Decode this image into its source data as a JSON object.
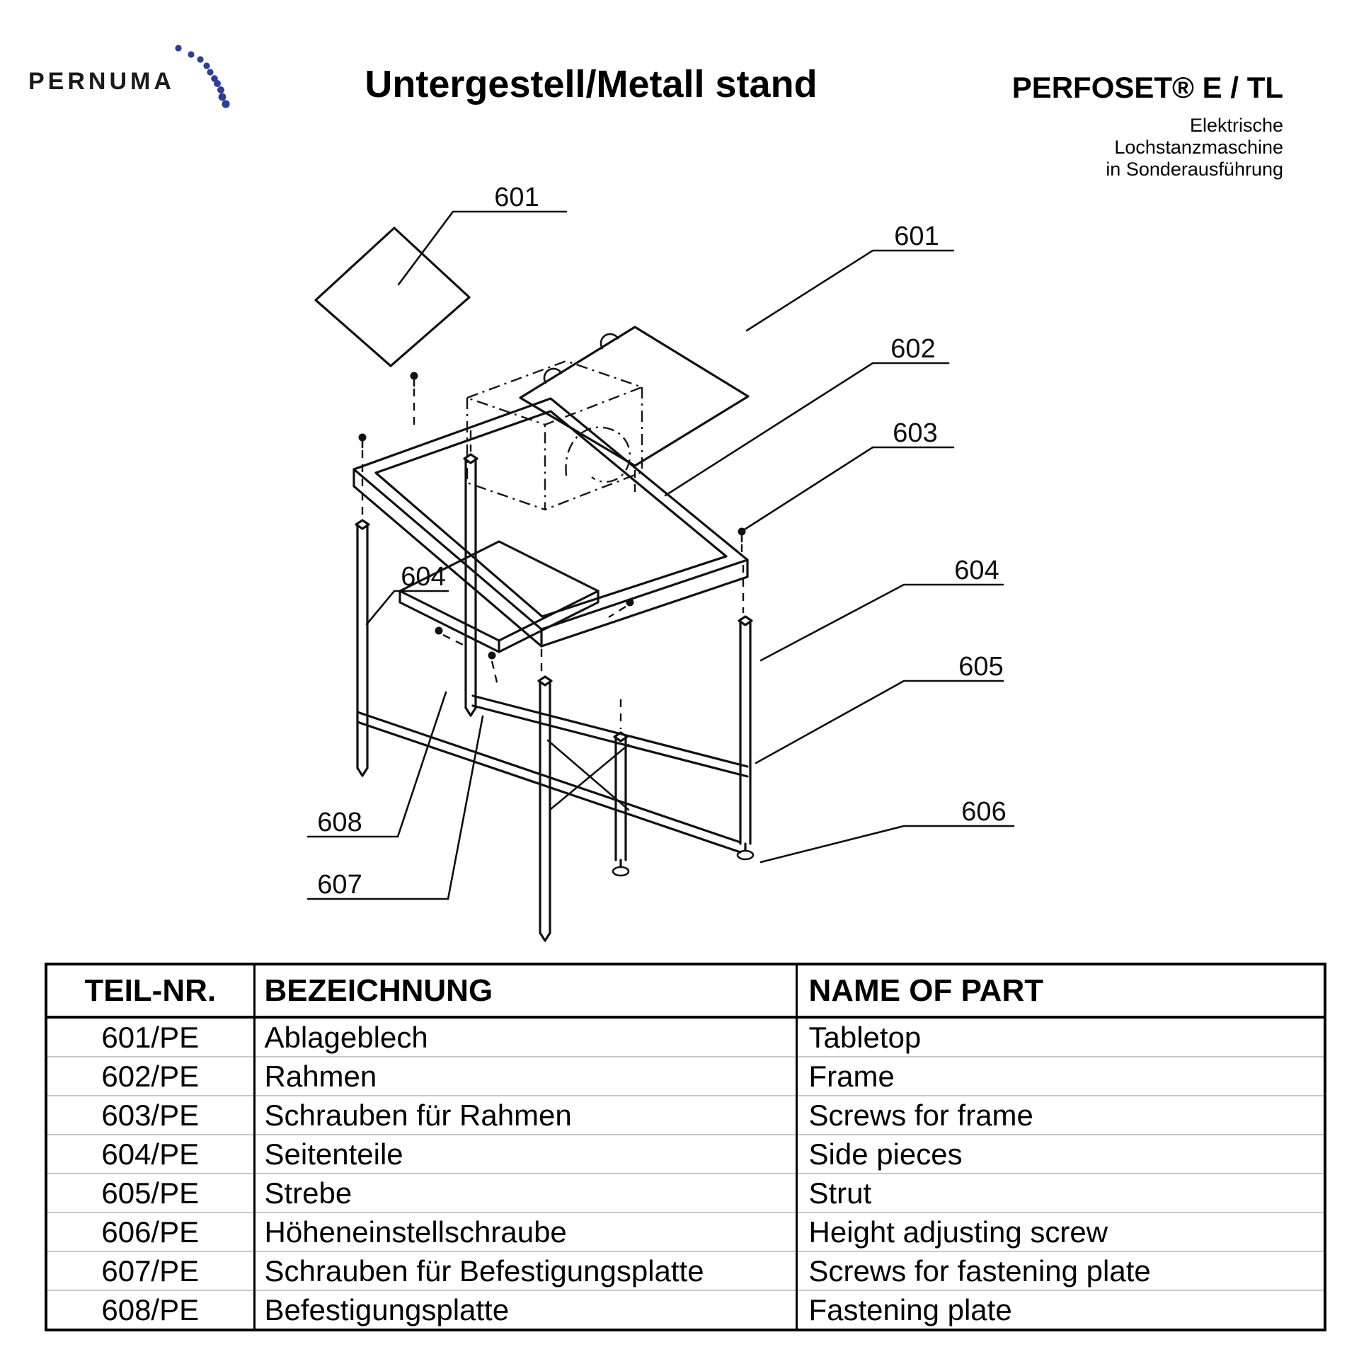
{
  "brand": {
    "name": "PERNUMA"
  },
  "header": {
    "title": "Untergestell/Metall stand",
    "product": "PERFOSET® E / TL",
    "product_sub": [
      "Elektrische",
      "Lochstanzmaschine",
      "in Sonderausführung"
    ]
  },
  "diagram": {
    "callouts": [
      {
        "id": "601-left",
        "text": "601"
      },
      {
        "id": "601-right",
        "text": "601"
      },
      {
        "id": "602",
        "text": "602"
      },
      {
        "id": "603",
        "text": "603"
      },
      {
        "id": "604-right",
        "text": "604"
      },
      {
        "id": "605",
        "text": "605"
      },
      {
        "id": "606",
        "text": "606"
      },
      {
        "id": "604-left",
        "text": "604"
      },
      {
        "id": "608",
        "text": "608"
      },
      {
        "id": "607",
        "text": "607"
      }
    ]
  },
  "table": {
    "headers": [
      "TEIL-NR.",
      "BEZEICHNUNG",
      "NAME OF PART"
    ],
    "rows": [
      {
        "part_no": "601/PE",
        "bezeichnung": "Ablageblech",
        "name": "Tabletop"
      },
      {
        "part_no": "602/PE",
        "bezeichnung": "Rahmen",
        "name": "Frame"
      },
      {
        "part_no": "603/PE",
        "bezeichnung": "Schrauben für Rahmen",
        "name": "Screws for frame"
      },
      {
        "part_no": "604/PE",
        "bezeichnung": "Seitenteile",
        "name": "Side pieces"
      },
      {
        "part_no": "605/PE",
        "bezeichnung": "Strebe",
        "name": "Strut"
      },
      {
        "part_no": "606/PE",
        "bezeichnung": "Höheneinstellschraube",
        "name": "Height adjusting screw"
      },
      {
        "part_no": "607/PE",
        "bezeichnung": "Schrauben für Befestigungsplatte",
        "name": "Screws for fastening plate"
      },
      {
        "part_no": "608/PE",
        "bezeichnung": "Befestigungsplatte",
        "name": "Fastening plate"
      }
    ]
  }
}
